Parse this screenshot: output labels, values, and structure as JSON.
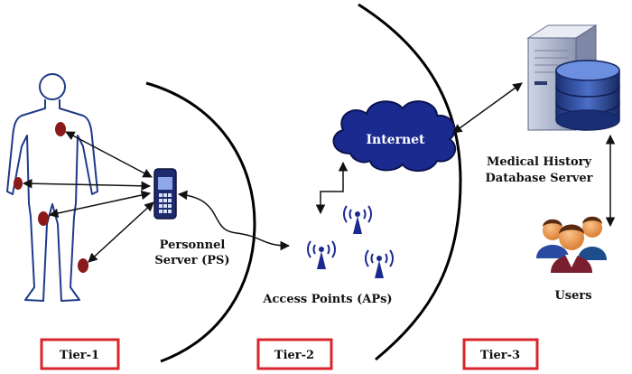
{
  "labels": {
    "personnel_server": [
      "Personnel",
      "Server (PS)"
    ],
    "access_points": "Access Points (APs)",
    "internet": "Internet",
    "db_server": [
      "Medical History",
      "Database Server"
    ],
    "users": "Users"
  },
  "tiers": [
    "Tier-1",
    "Tier-2",
    "Tier-3"
  ],
  "colors": {
    "tier_border": "#d9262c",
    "cloud_fill": "#1b2a8f",
    "sensor": "#8b1a1a",
    "outline": "#1f3a8a"
  },
  "icons": {
    "body": "human-body-outline-icon",
    "phone": "mobile-phone-icon",
    "access_point": "wireless-antenna-icon",
    "server": "database-server-icon",
    "users": "users-group-icon"
  }
}
